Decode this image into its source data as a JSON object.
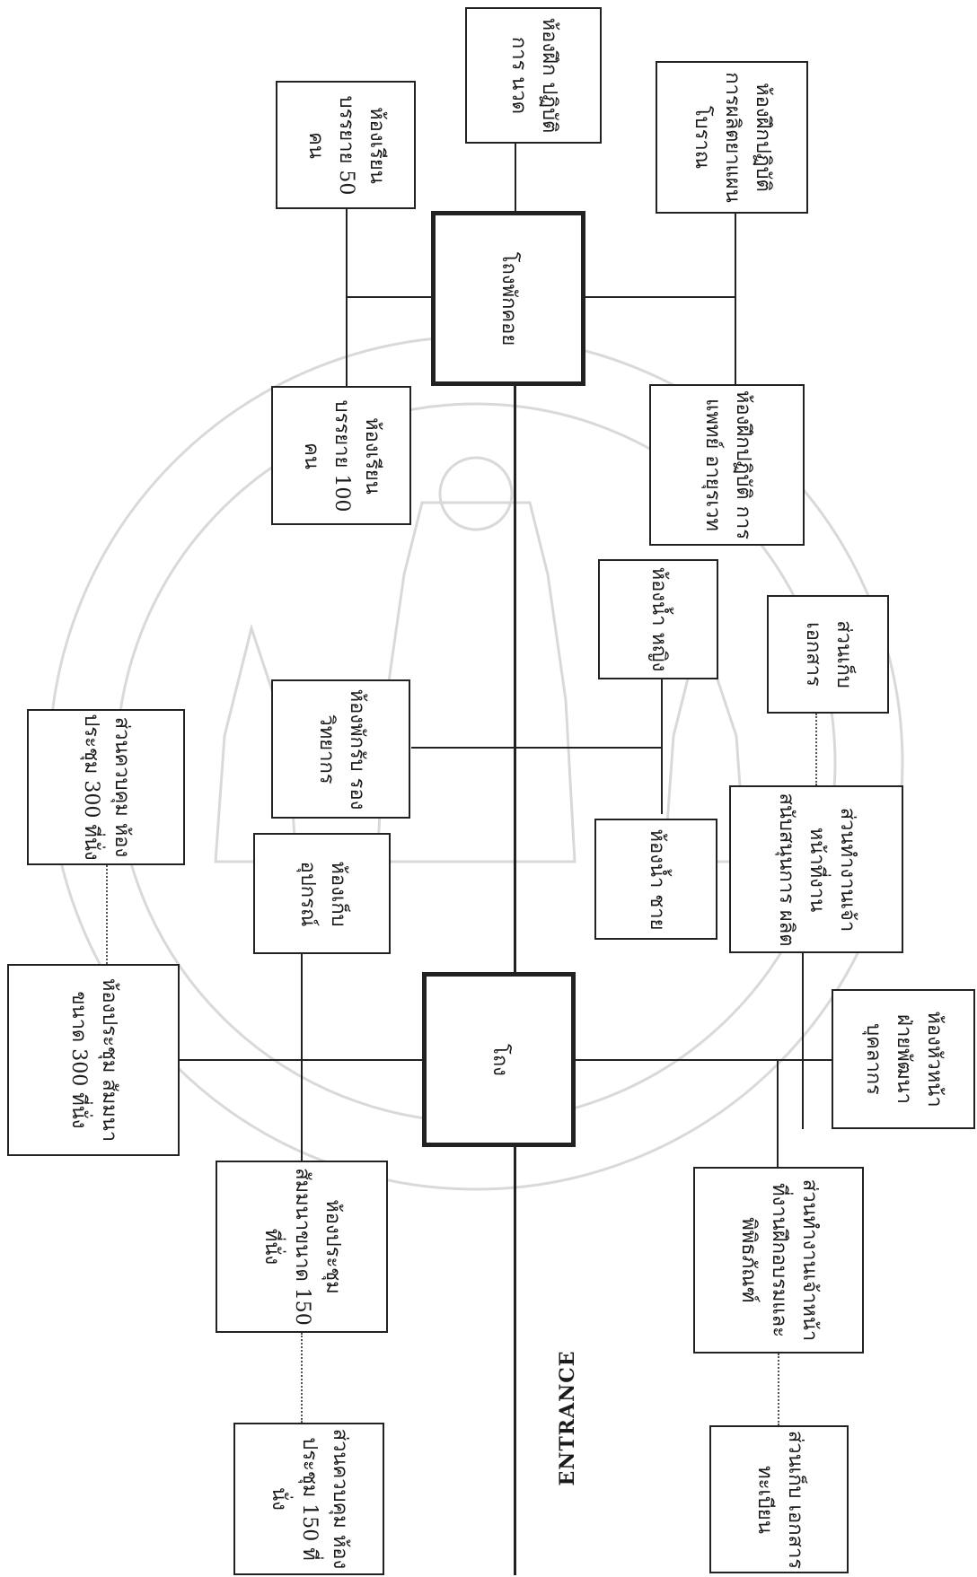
{
  "entrance": "ENTRANCE",
  "hubs": {
    "lobby": "โถง",
    "lounge": "โถงพักคอย"
  },
  "rooms": {
    "lecture50": "ห้องเรียน บรรยาย 50 คน",
    "massage": "ห้องฝึก ปฏิบัติการ นวด",
    "lecture100": "ห้องเรียน บรรยาย 100 คน",
    "thai_medicine_prod": "ห้องฝึกปฏิบัติ การผลิตยาแผน โบราณ",
    "ayurveda": "ห้องฝึกปฏิบัติ การแพทย์ อายุรเวท",
    "control300": "ส่วนควบคุม ห้องประชุม 300 ที่นั่ง",
    "speaker_lounge": "ห้องพักรับ รองวิทยากร",
    "toilet_female": "ห้องน้ำ หญิง",
    "doc_storage": "ส่วนเก็บ เอกสาร",
    "toilet_male": "ห้องน้ำ ชาย",
    "equipment": "ห้องเก็บ อุปกรณ์",
    "production_staff": "ส่วนทำงานเจ้า หน้าที่งาน สนับสนุนการ ผลิต",
    "seminar300": "ห้องประชุม สัมมนาขนาด 300 ที่นั่ง",
    "hr_head": "ห้องหัวหน้า ฝ่ายพัฒนา บุคลากร",
    "seminar150": "ห้องประชุม สัมมนาขนาด 150 ที่นั่ง",
    "training_staff": "ส่วนทำงานเจ้าหน้า ที่งานฝึกอบรมและ พิพิธภัณฑ์",
    "control150": "ส่วนควบคุม ห้องประชุม 150 ที่นั่ง",
    "registry_storage": "ส่วนเก็บ เอกสาร ทะเบียน"
  }
}
